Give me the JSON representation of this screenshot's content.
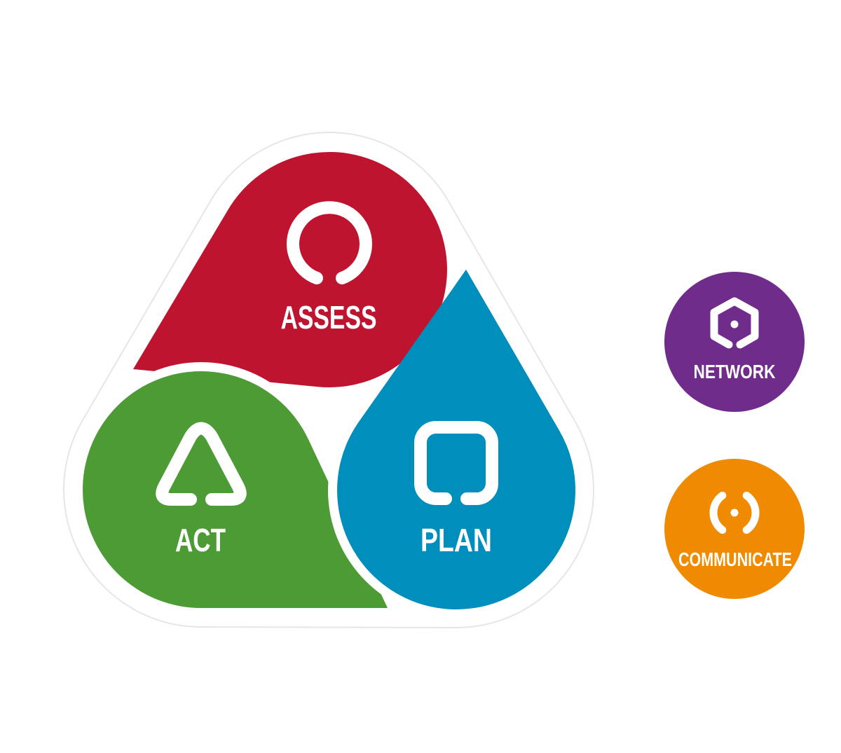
{
  "colors": {
    "assess": "#bf1430",
    "act": "#4c9b35",
    "plan": "#008ebc",
    "network": "#6f2c8a",
    "communicate": "#f08a00",
    "outline": "#e6e6e6",
    "gap": "#ffffff"
  },
  "cycle": {
    "assess": {
      "label": "ASSESS",
      "icon": "open-ring-icon"
    },
    "act": {
      "label": "ACT",
      "icon": "open-triangle-icon"
    },
    "plan": {
      "label": "PLAN",
      "icon": "open-square-icon"
    }
  },
  "side_badges": {
    "network": {
      "label": "NETWORK",
      "icon": "open-hexagon-dot-icon"
    },
    "communicate": {
      "label": "COMMUNICATE",
      "icon": "brackets-dot-icon"
    }
  }
}
